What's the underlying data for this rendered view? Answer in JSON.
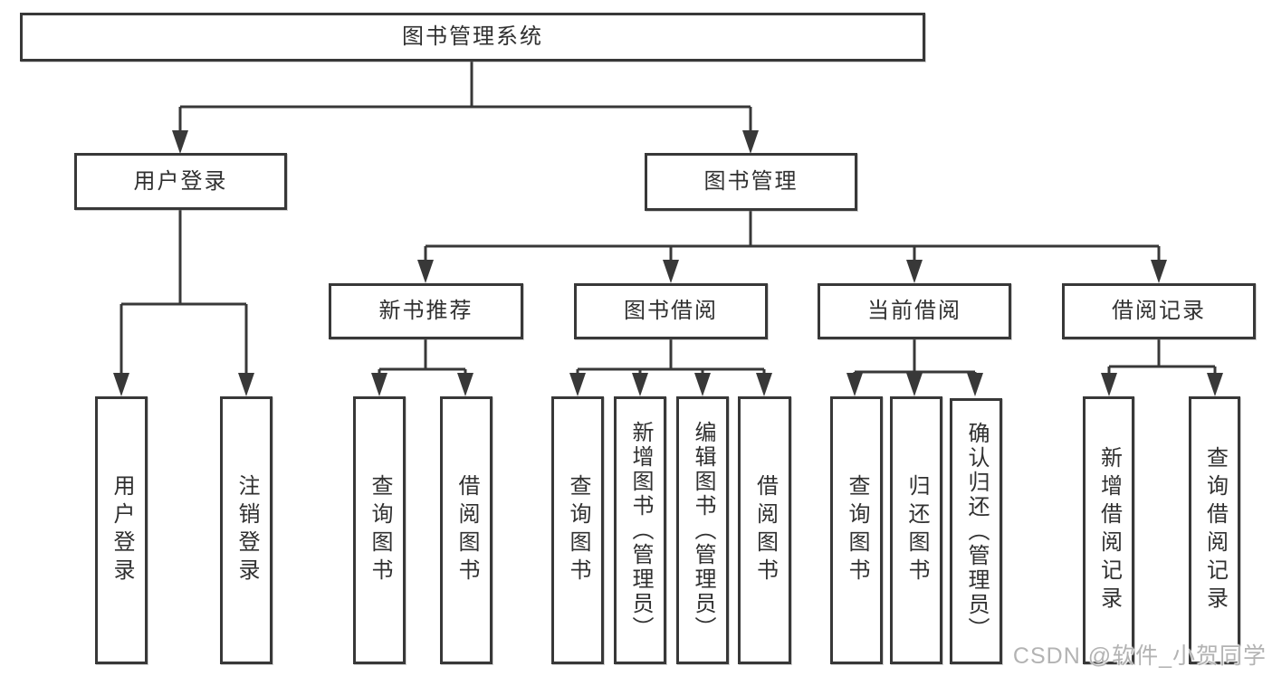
{
  "diagram": {
    "title": "图书管理系统",
    "type": "hierarchy-diagram",
    "colors": {
      "line": "#383838",
      "box_border": "#383838",
      "box_fill": "#ffffff",
      "text": "#303030",
      "watermark": "#b3b3b3"
    },
    "watermark": "CSDN @软件_小贺同学",
    "nodes": {
      "root": {
        "label": "图书管理系统"
      },
      "user_login": {
        "label": "用户登录"
      },
      "book_mgmt": {
        "label": "图书管理"
      },
      "new_book_rec": {
        "label": "新书推荐"
      },
      "book_borrow": {
        "label": "图书借阅"
      },
      "current_borrow": {
        "label": "当前借阅"
      },
      "borrow_records": {
        "label": "借阅记录"
      },
      "leaf_user_login": {
        "label": "用户登录"
      },
      "leaf_logout": {
        "label": "注销登录"
      },
      "leaf_query_book_1": {
        "label": "查询图书"
      },
      "leaf_borrow_book_1": {
        "label": "借阅图书"
      },
      "leaf_query_book_2": {
        "label": "查询图书"
      },
      "leaf_add_book": {
        "label": "新增图书（管理员）"
      },
      "leaf_edit_book": {
        "label": "编辑图书（管理员）"
      },
      "leaf_borrow_book_2": {
        "label": "借阅图书"
      },
      "leaf_query_book_3": {
        "label": "查询图书"
      },
      "leaf_return_book": {
        "label": "归还图书"
      },
      "leaf_confirm_return": {
        "label": "确认归还（管理员）"
      },
      "leaf_add_record": {
        "label": "新增借阅记录"
      },
      "leaf_query_record": {
        "label": "查询借阅记录"
      }
    },
    "tree": {
      "root": "图书管理系统",
      "children": [
        {
          "name": "用户登录",
          "children": [
            "用户登录",
            "注销登录"
          ]
        },
        {
          "name": "图书管理",
          "children": [
            {
              "name": "新书推荐",
              "children": [
                "查询图书",
                "借阅图书"
              ]
            },
            {
              "name": "图书借阅",
              "children": [
                "查询图书",
                "新增图书（管理员）",
                "编辑图书（管理员）",
                "借阅图书"
              ]
            },
            {
              "name": "当前借阅",
              "children": [
                "查询图书",
                "归还图书",
                "确认归还（管理员）"
              ]
            },
            {
              "name": "借阅记录",
              "children": [
                "新增借阅记录",
                "查询借阅记录"
              ]
            }
          ]
        }
      ]
    }
  }
}
